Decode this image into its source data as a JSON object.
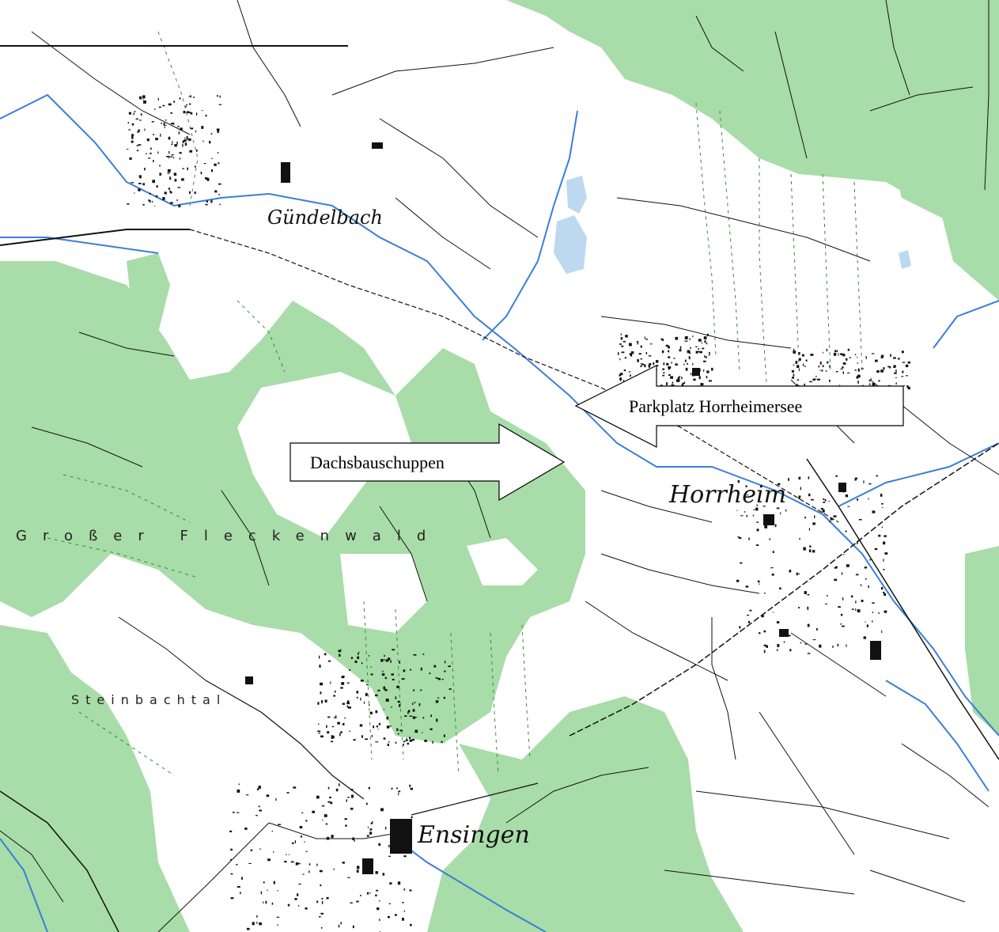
{
  "map": {
    "colors": {
      "forest": "#a8dca8",
      "water": "#3a7fd5",
      "lake": "#bcd9ef",
      "contour": "#2f8f2f",
      "lines": "#111111",
      "background": "#ffffff"
    },
    "places": {
      "town_horrheim": "Horrheim",
      "town_ensingen": "Ensingen",
      "village_north": "Gündelbach",
      "forest_name": "Großer Fleckenwald",
      "area_sw": "Steinbachtal"
    },
    "callouts": {
      "parking": "Parkplatz Horrheimersee",
      "hut": "Dachsbauschuppen"
    },
    "icons": {
      "parking_arrow": "left-arrow-icon",
      "hut_arrow": "right-arrow-icon"
    }
  }
}
